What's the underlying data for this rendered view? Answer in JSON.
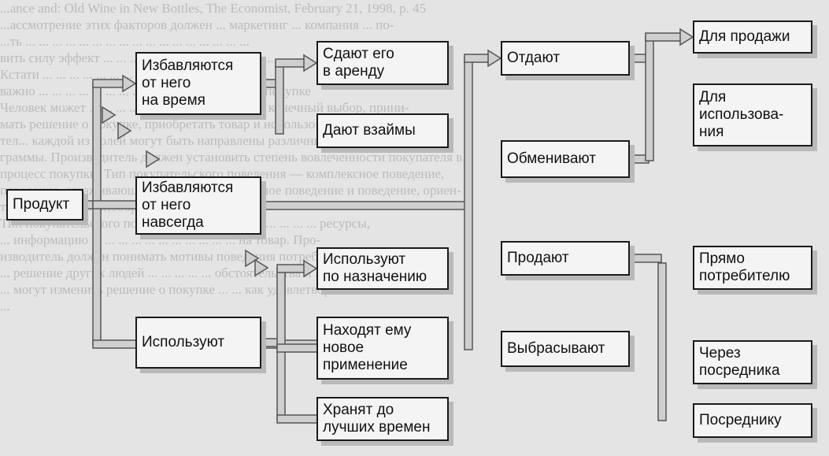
{
  "diagram": {
    "nodes": {
      "product": "Продукт",
      "dispose_temp": "Избавляются\nот него\nна время",
      "dispose_perm": "Избавляются\nот него\nнавсегда",
      "use": "Используют",
      "rent": "Сдают его\nв аренду",
      "lend": "Дают взаймы",
      "use_purpose": "Используют\nпо назначению",
      "new_use": "Находят ему\nновое\nприменение",
      "store": "Хранят до\nлучших времен",
      "give_away": "Отдают",
      "exchange": "Обменивают",
      "sell": "Продают",
      "throw_away": "Выбрасывают",
      "for_sale": "Для продажи",
      "for_use": "Для\nиспользова-\nния",
      "direct_consumer": "Прямо\nпотребителю",
      "via_intermediary": "Через\nпосредника",
      "to_intermediary": "Посреднику"
    },
    "colors": {
      "box_border": "#1a1a1a",
      "box_fill": "#f4f4f4",
      "arrow_fill": "#cfcfcf",
      "background": "#e4e4e4",
      "faded_text": "#9a9a9a"
    }
  },
  "background_text": [
    "...ance and: Old Wine in New Bottles, The Economist, February 21, 1998, p. 45",
    "...ассмотрение этих факторов должен ... маркетинг ... компания ... по-",
    "...ть  ...  ...  ...  ...  ...  ...  ...  ...  ...  ...  ...  ...  ...  ...  ...  ...  ...",
    "вить силу эффект ... ... ... ... ... ... ... ... ... ... ... ... ... ...",
    "Кстати ... ... ... ... ... ... ... ... ... ... ... ... ... ... ...",
    "важно ... ... ... ... ... ... ... ... товара и участвует в покупке",
    "Человек может ... ... ... ... ... покупки, влиять на конечный выбор, прини-",
    "мать решение о покупке, приобретать товар и использовать его. Инициа-",
    "тел... каждой из ролей могут быть направлены различные маркетинговые про-",
    "граммы. Производитель должен установить степень вовлеченности покупателя в",
    "процесс покупки. Тип покупательского поведения — комплексное поведение,",
    "поведение, сглаживающее диссонанс, привычное поведение и поведение, ориен-",
    "тированное на разнообразие.",
    "Тип покупательского поведения ... ... ... ... ... ... ... ... ... ... ресурсы,",
    "... информацию ... ... ... ... ... ... ... ... ... ... ... на товар. Про-",
    "изводитель должен понимать мотивы поведения потребителей и ... ... на пок-",
    "... решение других людей ... ... ... ... ... обстоятельства и ... ... ...",
    "... могут изменить решение о покупке ... ... как удовлетворение ...",
    "..."
  ]
}
